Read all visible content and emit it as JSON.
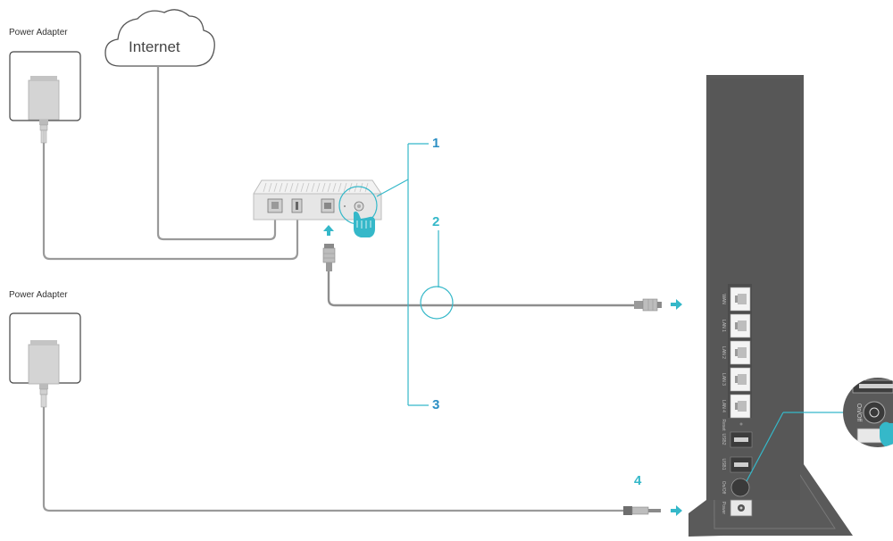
{
  "labels": {
    "power_adapter_top": "Power Adapter",
    "power_adapter_bottom": "Power Adapter",
    "internet": "Internet"
  },
  "steps": [
    "1",
    "2",
    "3",
    "4"
  ],
  "router_ports": {
    "wan": "WAN",
    "lan1": "LAN 1",
    "lan2": "LAN 2",
    "lan3": "LAN 3",
    "lan4": "LAN 4",
    "reset": "Reset",
    "usb2": "USB2",
    "usb1": "USB1",
    "onoff": "On/Off",
    "power": "Power"
  },
  "zoom_label": "On/Off",
  "colors": {
    "step_number": "#2c8fc4",
    "accent_cyan": "#35b8c9",
    "cable_gray": "#9a9a9a",
    "router_body": "#5a5a5a"
  }
}
